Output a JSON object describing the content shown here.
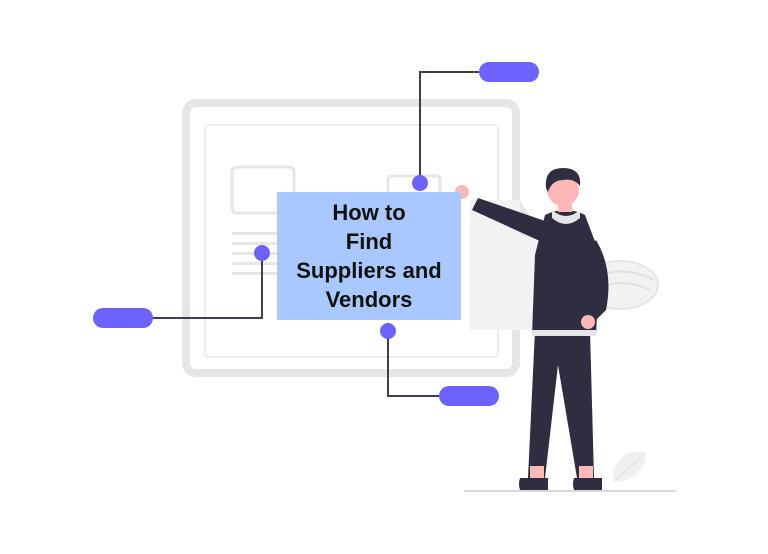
{
  "title": {
    "lines": [
      "How to",
      "Find",
      "Suppliers and",
      "Vendors"
    ]
  },
  "colors": {
    "accent": "#6c63ff",
    "title_box": "#a8c8ff",
    "frame": "#e6e6e6",
    "connector": "#3f3d56",
    "figure_dark": "#2f2e41",
    "skin": "#ffb8b8"
  },
  "icons": [
    "monitor-frame-illustration",
    "person-illustration",
    "leaf-illustration",
    "disc-illustration"
  ]
}
